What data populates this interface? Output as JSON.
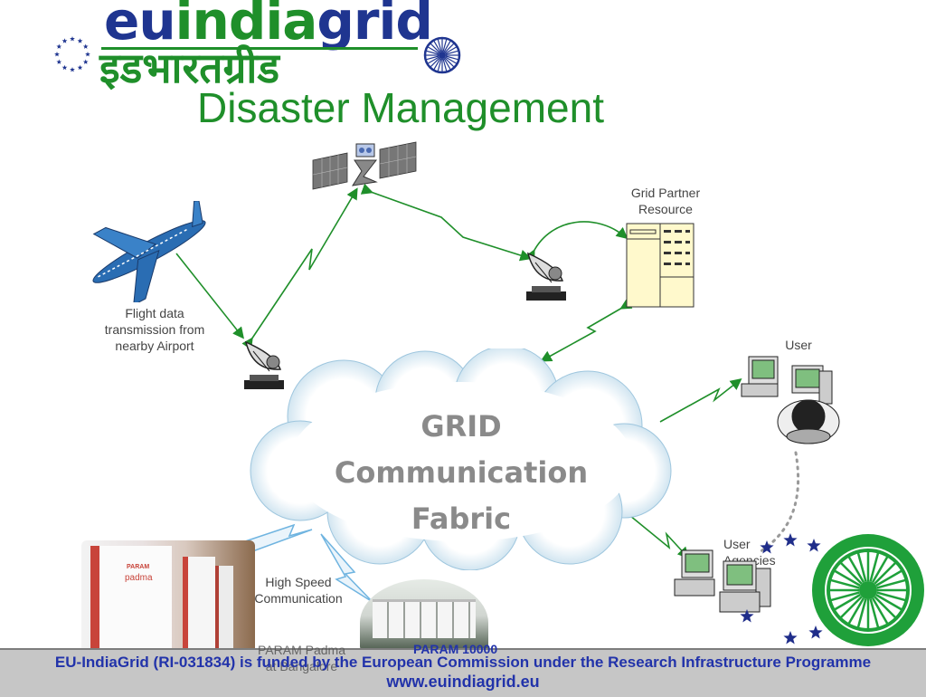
{
  "header": {
    "logo_text_part1": "eu",
    "logo_text_part2": "india",
    "logo_text_part3": "grid",
    "logo_hindi": "इडभारतग्रीड",
    "title": "Disaster Management"
  },
  "labels": {
    "grid_partner": [
      "Grid Partner",
      "Resource"
    ],
    "flight_data": [
      "Flight data",
      "transmission from",
      "nearby Airport"
    ],
    "user": "User",
    "user_agencies": [
      "User",
      "Agencies"
    ],
    "high_speed": [
      "High Speed",
      "Communication"
    ],
    "param_padma": [
      "PARAM Padma",
      "at Bangalore"
    ],
    "param_10000": "PARAM 10000",
    "padma_brand": "padma",
    "param_brand": "PARAM"
  },
  "cloud": {
    "line1": "GRID",
    "line2": "Communication",
    "line3": "Fabric"
  },
  "footer": {
    "line1": "EU-IndiaGrid (RI-031834) is funded by the European Commission under the Research Infrastructure Programme",
    "line2": "www.euindiagrid.eu"
  },
  "colors": {
    "accent_green": "#1f8f2a",
    "accent_blue": "#1f3590",
    "footer_text": "#2233aa"
  }
}
